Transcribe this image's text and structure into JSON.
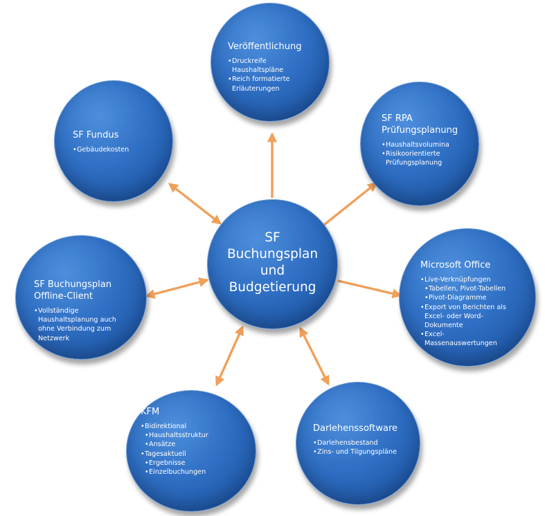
{
  "center": {
    "lines": [
      "SF",
      "Buchungsplan",
      "und",
      "Budgetierung"
    ]
  },
  "nodes": [
    {
      "id": "veroeffentlichung",
      "title": [
        "Veröffentlichung"
      ],
      "items": [
        {
          "text": "Druckreife Haushaltspläne",
          "lines": [
            "Druckreife",
            "Haushaltspläne"
          ],
          "level": 0
        },
        {
          "text": "Reich formatierte Erläuterungen",
          "lines": [
            "Reich formatierte",
            "Erläuterungen"
          ],
          "level": 0
        }
      ]
    },
    {
      "id": "sf-rpa",
      "title": [
        "SF RPA",
        "Prüfungsplanung"
      ],
      "items": [
        {
          "text": "Haushaltsvolumina",
          "lines": [
            "Haushaltsvolumina"
          ],
          "level": 0
        },
        {
          "text": "Risikoorientierte Prüfungsplanung",
          "lines": [
            "Risikoorientierte",
            "Prüfungsplanung"
          ],
          "level": 0
        }
      ]
    },
    {
      "id": "microsoft-office",
      "title": [
        "Microsoft Office"
      ],
      "items": [
        {
          "text": "Live-Verknüpfungen",
          "lines": [
            "Live-Verknüpfungen"
          ],
          "level": 0
        },
        {
          "text": "Tabellen, Pivot-Tabellen",
          "lines": [
            "Tabellen, Pivot-Tabellen"
          ],
          "level": 1
        },
        {
          "text": "Pivot-Diagramme",
          "lines": [
            "Pivot-Diagramme"
          ],
          "level": 1
        },
        {
          "text": "Export von Berichten als Excel- oder Word-Dokumente",
          "lines": [
            "Export von Berichten als",
            "Excel- oder Word-",
            "Dokumente"
          ],
          "level": 0
        },
        {
          "text": "Excel-Massenauswertungen",
          "lines": [
            "Excel-",
            "Massenauswertungen"
          ],
          "level": 0
        }
      ]
    },
    {
      "id": "darlehenssoftware",
      "title": [
        "Darlehenssoftware"
      ],
      "items": [
        {
          "text": "Darlehensbestand",
          "lines": [
            "Darlehensbestand"
          ],
          "level": 0
        },
        {
          "text": "Zins- und Tilgungspläne",
          "lines": [
            "Zins- und Tilgungspläne"
          ],
          "level": 0
        }
      ]
    },
    {
      "id": "kfm",
      "title": [
        "KFM"
      ],
      "items": [
        {
          "text": "Bidirektional",
          "lines": [
            "Bidirektional"
          ],
          "level": 0
        },
        {
          "text": "Haushaltsstruktur",
          "lines": [
            "Haushaltsstruktur"
          ],
          "level": 1
        },
        {
          "text": "Ansätze",
          "lines": [
            "Ansätze"
          ],
          "level": 1
        },
        {
          "text": "Tagesaktuell",
          "lines": [
            "Tagesaktuell"
          ],
          "level": 0
        },
        {
          "text": "Ergebnisse",
          "lines": [
            "Ergebnisse"
          ],
          "level": 1
        },
        {
          "text": "Einzelbuchungen",
          "lines": [
            "Einzelbuchungen"
          ],
          "level": 1
        }
      ]
    },
    {
      "id": "sf-buchungsplan-offline",
      "title": [
        "SF Buchungsplan",
        "Offline-Client"
      ],
      "items": [
        {
          "text": "Vollständige Haushaltsplanung auch ohne Verbindung zum Netzwerk",
          "lines": [
            "Vollständige",
            "Haushaltsplanung auch",
            "ohne Verbindung zum",
            "Netzwerk"
          ],
          "level": 0
        }
      ]
    },
    {
      "id": "sf-fundus",
      "title": [
        "SF Fundus"
      ],
      "items": [
        {
          "text": "Gebäudekosten",
          "lines": [
            "Gebäudekosten"
          ],
          "level": 0
        }
      ]
    }
  ],
  "colors": {
    "circle_fill": "#2f6fc4",
    "circle_border": "#6f9bd6",
    "arrow": "#f0a05a",
    "text": "#ffffff"
  }
}
